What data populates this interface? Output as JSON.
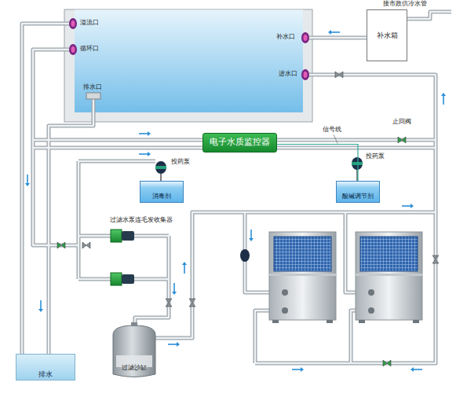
{
  "diagram": {
    "nodes": [
      {
        "text": [
          "补水箱"
        ]
      },
      {
        "text": [
          "电子水质监控器"
        ]
      },
      {
        "text": [
          "消毒剂"
        ]
      },
      {
        "text": [
          "酸碱调节剂"
        ]
      },
      {
        "text": [
          "过滤沙缸"
        ]
      },
      {
        "text": [
          "排水"
        ]
      }
    ],
    "edges": [
      {
        "from": 1,
        "to": 3,
        "label": "信号线",
        "arrow": "none"
      }
    ],
    "labels": [
      "溢流口",
      "循环口",
      "排水口",
      "补水口",
      "进水口",
      "接市政供冷水管",
      "止回阀",
      "投药泵",
      "投药泵",
      "过滤水泵连毛发收集器"
    ]
  }
}
